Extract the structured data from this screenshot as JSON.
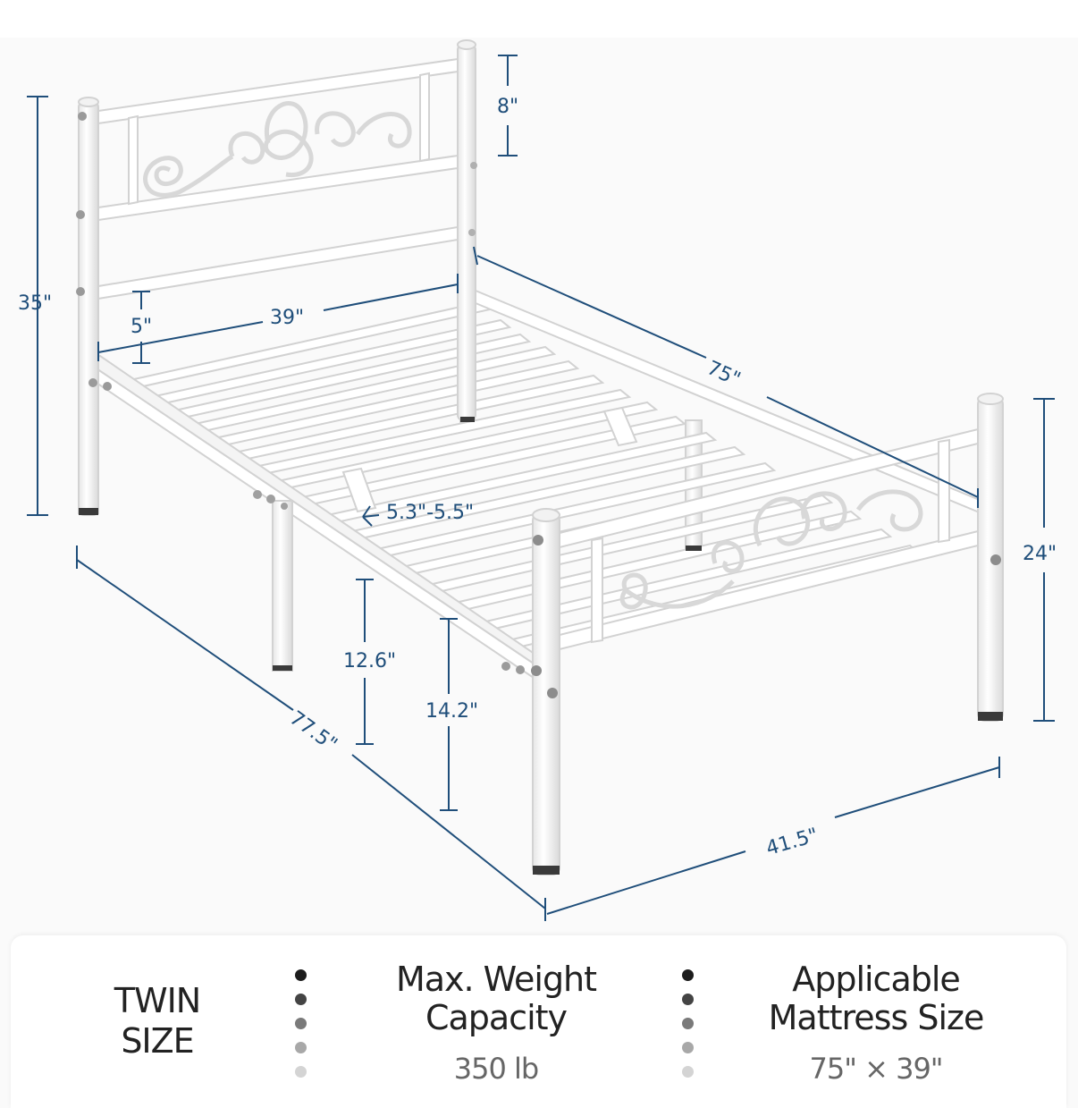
{
  "dimensions": {
    "headboard_height": "35\"",
    "headboard_panel": "8\"",
    "slat_height_above_rail": "5\"",
    "inner_width": "39\"",
    "inner_length": "75\"",
    "footboard_height": "24\"",
    "slat_gap": "5.3\"-5.5\"",
    "under_bed_clearance": "12.6\"",
    "frame_height": "14.2\"",
    "overall_length": "77.5\"",
    "overall_width": "41.5\""
  },
  "spec_panel": {
    "size_label_line1": "TWIN",
    "size_label_line2": "SIZE",
    "weight": {
      "title_line1": "Max. Weight",
      "title_line2": "Capacity",
      "value": "350 lb"
    },
    "mattress": {
      "title_line1": "Applicable",
      "title_line2": "Mattress Size",
      "value": "75\" × 39\""
    }
  },
  "colors": {
    "dimension_line": "#1f4e7a",
    "frame_outline": "#d2d2d2",
    "dot_shades": [
      "#1c1c1c",
      "#444444",
      "#7a7a7a",
      "#a8a8a8",
      "#d4d4d4"
    ]
  }
}
